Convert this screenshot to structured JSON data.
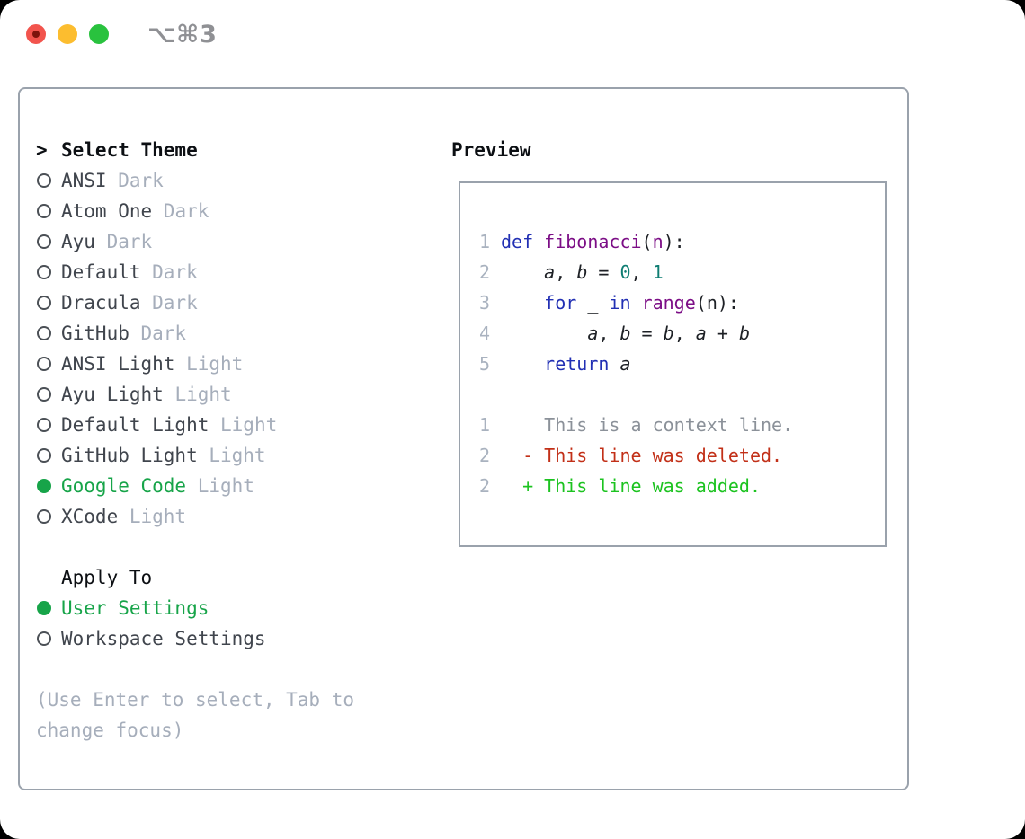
{
  "window": {
    "title": "⌥⌘3",
    "controls": [
      "close-button",
      "minimize-button",
      "zoom-button"
    ]
  },
  "theme_section": {
    "prefix": ">",
    "header": "Select Theme",
    "items": [
      {
        "name": "ANSI",
        "variant": "Dark",
        "selected": false
      },
      {
        "name": "Atom One",
        "variant": "Dark",
        "selected": false
      },
      {
        "name": "Ayu",
        "variant": "Dark",
        "selected": false
      },
      {
        "name": "Default",
        "variant": "Dark",
        "selected": false
      },
      {
        "name": "Dracula",
        "variant": "Dark",
        "selected": false
      },
      {
        "name": "GitHub",
        "variant": "Dark",
        "selected": false
      },
      {
        "name": "ANSI Light",
        "variant": "Light",
        "selected": false
      },
      {
        "name": "Ayu Light",
        "variant": "Light",
        "selected": false
      },
      {
        "name": "Default Light",
        "variant": "Light",
        "selected": false
      },
      {
        "name": "GitHub Light",
        "variant": "Light",
        "selected": false
      },
      {
        "name": "Google Code",
        "variant": "Light",
        "selected": true
      },
      {
        "name": "XCode",
        "variant": "Light",
        "selected": false
      }
    ]
  },
  "apply_section": {
    "header": "Apply To",
    "options": [
      {
        "label": "User Settings",
        "selected": true
      },
      {
        "label": "Workspace Settings",
        "selected": false
      }
    ]
  },
  "help_text": "(Use Enter to select, Tab to change focus)",
  "preview": {
    "header": "Preview",
    "lines": [
      {
        "num": "1",
        "kind": "code",
        "tokens": [
          {
            "t": "def",
            "c": "kw"
          },
          {
            "t": " "
          },
          {
            "t": "fibonacci",
            "c": "fn"
          },
          {
            "t": "("
          },
          {
            "t": "n",
            "c": "fn"
          },
          {
            "t": "):"
          }
        ]
      },
      {
        "num": "2",
        "kind": "code",
        "tokens": [
          {
            "t": "    "
          },
          {
            "t": "a",
            "i": 1
          },
          {
            "t": ", "
          },
          {
            "t": "b",
            "i": 1
          },
          {
            "t": " = "
          },
          {
            "t": "0",
            "c": "num"
          },
          {
            "t": ", "
          },
          {
            "t": "1",
            "c": "num"
          }
        ]
      },
      {
        "num": "3",
        "kind": "code",
        "tokens": [
          {
            "t": "    "
          },
          {
            "t": "for",
            "c": "kw"
          },
          {
            "t": " _ "
          },
          {
            "t": "in",
            "c": "kw"
          },
          {
            "t": " "
          },
          {
            "t": "range",
            "c": "fn"
          },
          {
            "t": "(n):"
          }
        ]
      },
      {
        "num": "4",
        "kind": "code",
        "tokens": [
          {
            "t": "        "
          },
          {
            "t": "a",
            "i": 1
          },
          {
            "t": ", "
          },
          {
            "t": "b",
            "i": 1
          },
          {
            "t": " = "
          },
          {
            "t": "b",
            "i": 1
          },
          {
            "t": ", "
          },
          {
            "t": "a",
            "i": 1
          },
          {
            "t": " + "
          },
          {
            "t": "b",
            "i": 1
          }
        ]
      },
      {
        "num": "5",
        "kind": "code",
        "tokens": [
          {
            "t": "    "
          },
          {
            "t": "return",
            "c": "kw"
          },
          {
            "t": " "
          },
          {
            "t": "a",
            "i": 1
          }
        ]
      },
      {
        "blank": true
      },
      {
        "num": "1",
        "kind": "context",
        "tokens": [
          {
            "t": "    This is a context line.",
            "c": "ctx"
          }
        ]
      },
      {
        "num": "2",
        "kind": "deleted",
        "tokens": [
          {
            "t": "  "
          },
          {
            "t": "- This line was deleted.",
            "c": "del"
          }
        ]
      },
      {
        "num": "2",
        "kind": "added",
        "tokens": [
          {
            "t": "  "
          },
          {
            "t": "+ This line was added.",
            "c": "add"
          }
        ]
      }
    ]
  },
  "colors": {
    "ui": {
      "selection_green": "#17a449",
      "item_text": "#40454d",
      "dim_text": "#a6aebb",
      "header_text": "#0c0f13",
      "panel_border": "#9aa2ac",
      "traffic_red": "#f2544d",
      "traffic_yellow": "#fcbd2f",
      "traffic_green": "#29c23e",
      "title_gray": "#8f9094"
    },
    "syntax": {
      "kw": "#2230b4",
      "fn": "#7c0e86",
      "num": "#0e7d72",
      "txt": "#1d2025",
      "ctx": "#8b9199",
      "del": "#c23018",
      "add": "#1cc320",
      "lnum": "#a9b2bf"
    }
  }
}
